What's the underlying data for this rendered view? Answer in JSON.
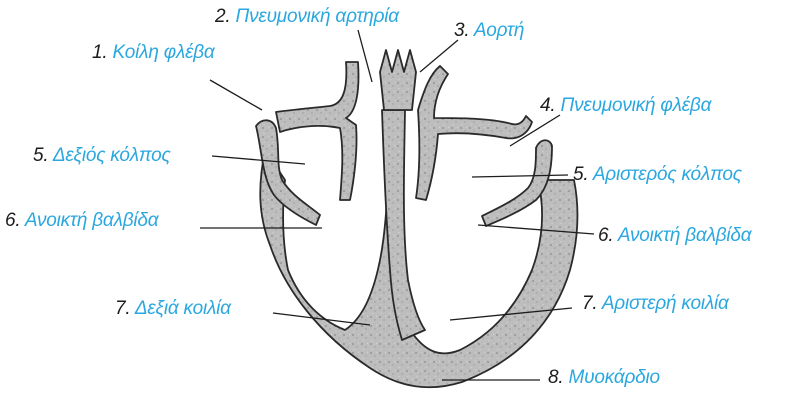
{
  "colors": {
    "number_text": "#1d1d1b",
    "label_text": "#2aa7df",
    "heart_fill": "#b9b9b9",
    "heart_outline": "#2a2a2a",
    "leader_line": "#1d1d1b"
  },
  "labels": {
    "vena_cava": {
      "num": "1.",
      "text": "Κοίλη φλέβα"
    },
    "pulmonary_artery": {
      "num": "2.",
      "text": "Πνευμονική αρτηρία"
    },
    "aorta": {
      "num": "3.",
      "text": "Αορτή"
    },
    "pulmonary_vein": {
      "num": "4.",
      "text": "Πνευμονική φλέβα"
    },
    "right_atrium": {
      "num": "5.",
      "text": "Δεξιός κόλπος"
    },
    "left_atrium": {
      "num": "5.",
      "text": "Αριστερός κόλπος"
    },
    "right_valve": {
      "num": "6.",
      "text": "Ανοικτή βαλβίδα"
    },
    "left_valve": {
      "num": "6.",
      "text": "Ανοικτή βαλβίδα"
    },
    "right_ventricle": {
      "num": "7.",
      "text": "Δεξιά κοιλία"
    },
    "left_ventricle": {
      "num": "7.",
      "text": "Αριστερή κοιλία"
    },
    "myocardium": {
      "num": "8.",
      "text": "Μυοκάρδιο"
    }
  }
}
